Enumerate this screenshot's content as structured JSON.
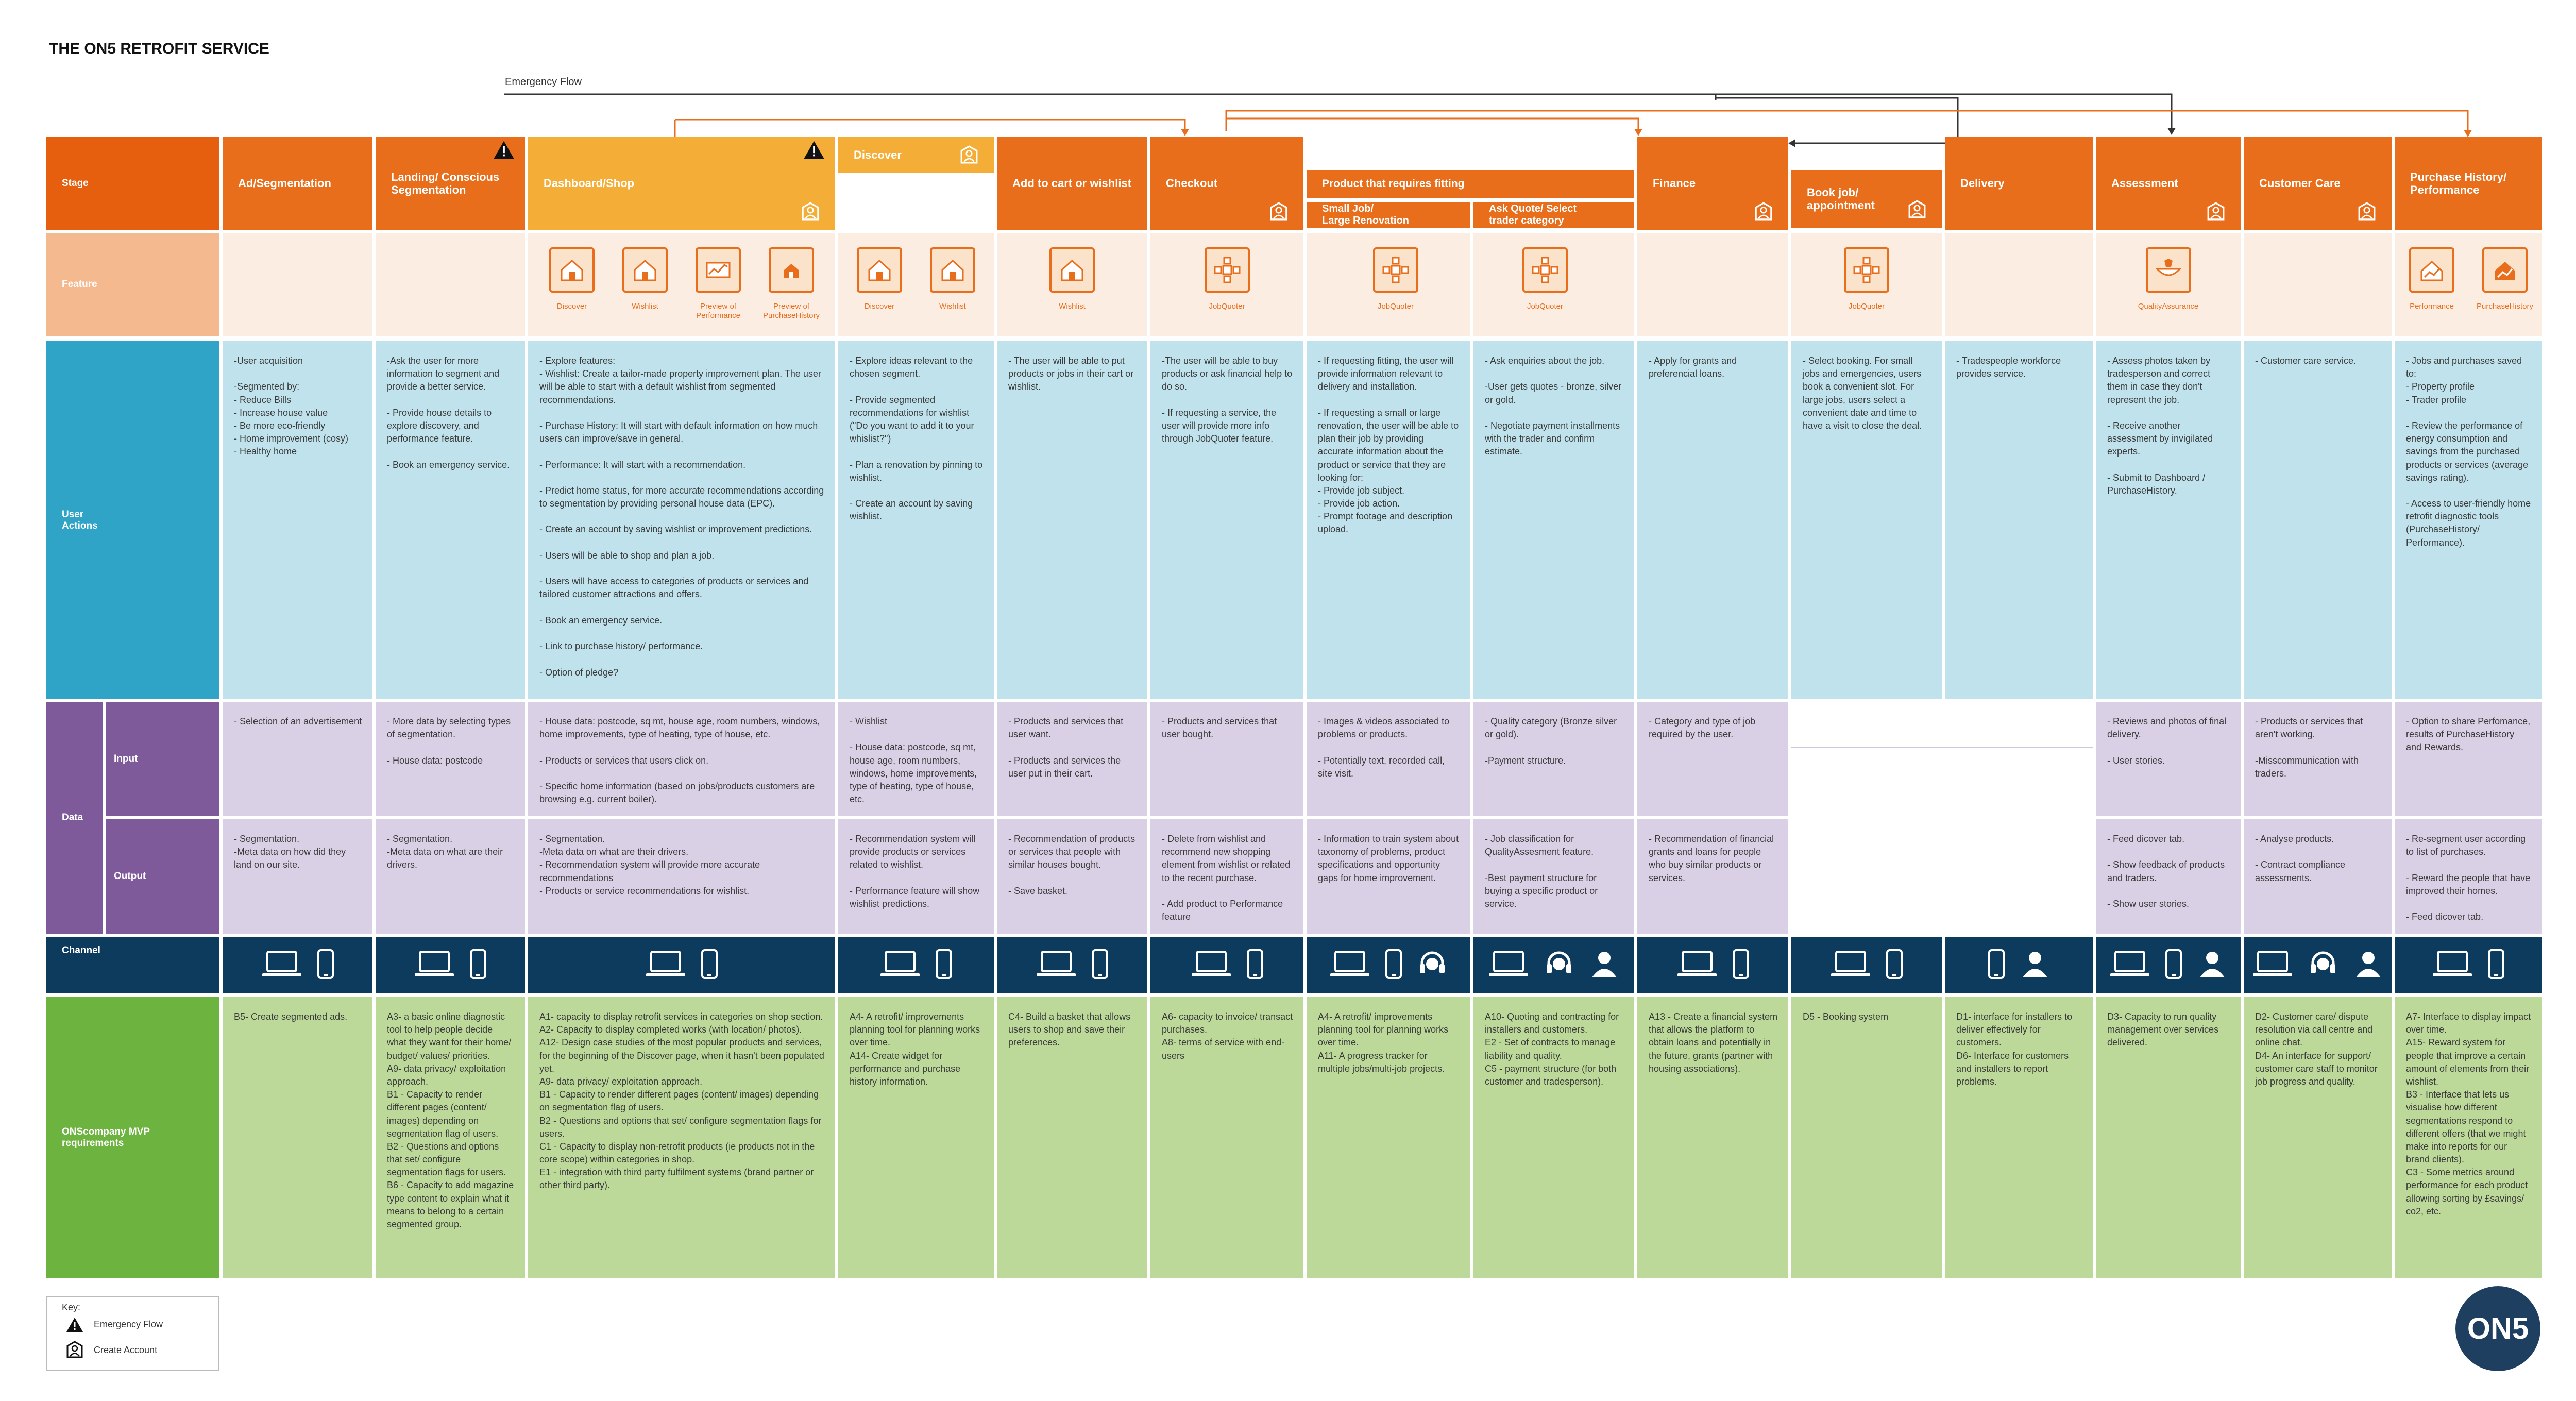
{
  "title": "THE ON5 RETROFIT SERVICE",
  "emergency_flow_label": "Emergency Flow",
  "colors": {
    "stage_orange": "#e86e1c",
    "stage_dark": "#e55f0f",
    "dashboard_yellow": "#f4ae37",
    "feature_bg": "#fcede2",
    "feature_label_bg": "#f5b98f",
    "user_actions_bg": "#bfe2ec",
    "user_actions_label": "#2fa4c7",
    "data_bg": "#d9d0e6",
    "data_label": "#7e5a9b",
    "channel_bg": "#0d3b5e",
    "mvp_bg": "#bcd99a",
    "mvp_label": "#6db33f"
  },
  "lanes": {
    "stage": "Stage",
    "feature": "Feature",
    "user_actions": "User\nActions",
    "data": "Data",
    "input": "Input",
    "output": "Output",
    "channel": "Channel",
    "mvp": "ONScompany MVP\nrequirements"
  },
  "stages": [
    {
      "label": "Ad/Segmentation"
    },
    {
      "label": "Landing/ Conscious\nSegmentation",
      "emergency": true
    },
    {
      "label": "Dashboard/Shop",
      "emergency": true,
      "account": true
    },
    {
      "label": "Discover",
      "account": true
    },
    {
      "label": "Add to cart or wishlist"
    },
    {
      "label": "Checkout",
      "account": true
    },
    {
      "label": "Product that requires fitting",
      "sub1": "Small Job/\nLarge Renovation",
      "sub2": "Ask Quote/ Select\ntrader category"
    },
    {
      "label": "Finance",
      "account": true
    },
    {
      "label": "Book job/\nappointment",
      "account": true
    },
    {
      "label": "Delivery"
    },
    {
      "label": "Assessment",
      "account": true
    },
    {
      "label": "Customer Care",
      "account": true
    },
    {
      "label": "Purchase History/\nPerformance"
    }
  ],
  "features": [
    [],
    [],
    [
      {
        "label": "Discover",
        "icon": "house-icon"
      },
      {
        "label": "Wishlist",
        "icon": "house-icon"
      },
      {
        "label": "Preview of\nPerformance",
        "icon": "chart-icon"
      },
      {
        "label": "Preview of\nPurchaseHistory",
        "icon": "house-small-icon"
      }
    ],
    [
      {
        "label": "Discover",
        "icon": "house-icon"
      },
      {
        "label": "Wishlist",
        "icon": "house-icon"
      }
    ],
    [
      {
        "label": "Wishlist",
        "icon": "house-icon"
      }
    ],
    [
      {
        "label": "JobQuoter",
        "icon": "quoter-icon"
      }
    ],
    [
      {
        "label": "JobQuoter",
        "icon": "quoter-icon"
      },
      {
        "label": "JobQuoter",
        "icon": "quoter-icon"
      }
    ],
    [],
    [
      {
        "label": "JobQuoter",
        "icon": "quoter-icon"
      }
    ],
    [],
    [
      {
        "label": "QualityAssurance",
        "icon": "quality-icon"
      }
    ],
    [],
    [
      {
        "label": "Performance",
        "icon": "performance-icon"
      },
      {
        "label": "PurchaseHistory",
        "icon": "history-icon"
      }
    ]
  ],
  "user_actions": [
    "-User acquisition\n\n-Segmented by:\n  - Reduce Bills\n  - Increase house value\n  - Be more eco-friendly\n  - Home improvement (cosy)\n  - Healthy home",
    "-Ask the user for more information to segment and provide a better service.\n\n- Provide house details to explore discovery, and performance feature.\n\n- Book an emergency service.",
    "- Explore features:\n- Wishlist: Create a tailor-made property improvement plan. The user will be able to start with a default wishlist from segmented recommendations.\n\n- Purchase History: It will start with default information on how much users can improve/save in general.\n\n- Performance: It will start with a recommendation.\n\n- Predict home status, for more accurate recommendations according to segmentation by providing personal house data (EPC).\n\n- Create an account by saving wishlist or improvement predictions.\n\n- Users will be able to shop and plan a job.\n\n- Users will have access to categories of products or services and tailored customer attractions and offers.\n\n- Book an emergency service.\n\n- Link to purchase history/ performance.\n\n- Option of pledge?",
    "- Explore ideas relevant to the chosen segment.\n\n- Provide segmented recommendations for wishlist (\"Do you want to add it to your whislist?\")\n\n- Plan a renovation by pinning to wishlist.\n\n- Create an account by saving wishlist.",
    "- The user will be able to put products or jobs in their cart or wishlist.",
    "-The user will be able to buy products or ask financial help to do so.\n\n- If requesting a service, the user will provide more info through JobQuoter feature.",
    "- If requesting fitting, the user will provide information relevant to delivery and installation.\n\n- If requesting a small or large renovation, the user will be able to plan their job by providing accurate information about the product or service that they are looking for:\n  - Provide job subject.\n  - Provide job action.\n  - Prompt footage and description upload.",
    "- Ask enquiries about the job.\n\n-User gets quotes - bronze, silver or gold.\n\n- Negotiate payment installments with the trader and confirm estimate.",
    "- Apply for grants and preferencial loans.",
    "- Select booking. For small jobs and emergencies, users book a convenient slot. For large jobs, users select a convenient date and time to have a visit to close the deal.",
    "- Tradespeople workforce provides service.",
    "- Assess photos taken by tradesperson and correct them in case they don't represent the job.\n\n- Receive another assessment by invigilated experts.\n\n- Submit to Dashboard / PurchaseHistory.",
    "- Customer care service.",
    "- Jobs and purchases saved to:\n  - Property profile\n  - Trader profile\n\n- Review the performance of energy consumption and savings from the purchased products or services (average savings rating).\n\n- Access to user-friendly home retrofit diagnostic tools (PurchaseHistory/ Performance)."
  ],
  "data_input": [
    "- Selection of an advertisement",
    "- More data by selecting types of segmentation.\n\n- House data: postcode",
    "- House data: postcode, sq mt, house age, room numbers, windows, home improvements, type of heating, type of house, etc.\n\n- Products or services that users click on.\n\n- Specific home information (based on jobs/products customers are browsing e.g. current boiler).",
    "- Wishlist\n\n- House data: postcode, sq mt, house age, room numbers, windows, home improvements, type of heating, type of house, etc.",
    "- Products and services that user want.\n\n- Products and services the user put in their cart.",
    "- Products and services that user bought.",
    "- Images & videos associated to problems or products.\n\n- Potentially text, recorded call, site visit.",
    "- Quality category (Bronze silver or gold).\n\n-Payment structure.",
    "- Category and type of job required by the user.",
    "",
    "",
    "- Reviews and photos of final delivery.\n\n- User stories.",
    "- Products or services that aren't working.\n\n-Misscommunication with traders.",
    "- Option to share Perfomance, results of PurchaseHistory and Rewards."
  ],
  "data_output": [
    "- Segmentation.\n-Meta data on how did they land on our site.",
    "- Segmentation.\n-Meta data on what are their drivers.",
    "- Segmentation.\n-Meta data on what are their drivers.\n- Recommendation system will provide more accurate recommendations\n- Products or service recommendations for wishlist.",
    "- Recommendation system will provide products or services related to wishlist.\n\n- Performance feature will show wishlist predictions.",
    "- Recommendation of products or services that people with similar houses bought.\n\n- Save basket.",
    "- Delete from wishlist and recommend new shopping element from wishlist or related to the recent purchase.\n\n- Add product to Performance feature",
    "- Information to train system about taxonomy of problems, product specifications and opportunity gaps for home improvement.",
    "- Job classification for QualityAssesment feature.\n\n-Best payment structure for buying a specific product or service.",
    "- Recommendation of financial grants and loans for people who buy similar products or services.",
    "",
    "",
    "- Feed dicover tab.\n\n- Show feedback of products and traders.\n\n- Show user stories.",
    "- Analyse products.\n\n- Contract compliance assessments.",
    "- Re-segment user according to list of purchases.\n\n- Reward the people that have improved their homes.\n\n- Feed dicover tab."
  ],
  "channels": [
    [
      "laptop-icon",
      "phone-icon"
    ],
    [
      "laptop-icon",
      "phone-icon"
    ],
    [
      "laptop-icon",
      "phone-icon"
    ],
    [
      "laptop-icon",
      "phone-icon"
    ],
    [
      "laptop-icon",
      "phone-icon"
    ],
    [
      "laptop-icon",
      "phone-icon"
    ],
    [
      "laptop-icon",
      "phone-icon",
      "headset-icon"
    ],
    [
      "laptop-icon",
      "headset-icon",
      "person-icon"
    ],
    [
      "laptop-icon",
      "phone-icon"
    ],
    [
      "laptop-icon",
      "phone-icon"
    ],
    [
      "phone-icon",
      "person-icon"
    ],
    [
      "laptop-icon",
      "phone-icon",
      "person-icon"
    ],
    [
      "laptop-icon",
      "headset-icon",
      "person-icon"
    ],
    [
      "laptop-icon",
      "phone-icon"
    ]
  ],
  "mvp": [
    "B5- Create segmented ads.",
    "A3- a basic online diagnostic tool to help people decide what they want for their home/ budget/ values/ priorities.\nA9- data privacy/ exploitation approach.\nB1 - Capacity to render different pages (content/ images) depending on segmentation flag of users.\nB2 - Questions and options that set/ configure segmentation flags for users.\nB6 - Capacity to add magazine type content to explain what it means to belong to a certain segmented group.",
    "A1- capacity to display retrofit services in categories on shop section.\nA2- Capacity to display completed works (with location/ photos).\nA12- Design case studies of the most popular products and services, for the beginning of the Discover page, when it hasn't been populated yet.\nA9- data privacy/ exploitation approach.\nB1 - Capacity to render different pages (content/ images) depending on segmentation flag of users.\nB2 - Questions and options that set/ configure segmentation flags for users.\nC1 - Capacity to display non-retrofit products (ie products not in the core scope) within categories in shop.\nE1 - integration with third party fulfilment systems (brand partner or other third party).",
    "A4- A retrofit/ improvements planning tool for planning works over time.\nA14- Create widget for performance and purchase history information.",
    "C4- Build a basket that allows users to shop and save their preferences.",
    "A6- capacity to invoice/ transact purchases.\nA8- terms of service with end-users",
    "A4- A retrofit/ improvements planning tool for planning works over time.\nA11- A progress tracker for multiple jobs/multi-job projects.",
    "A10- Quoting and contracting for installers and customers.\nE2 - Set of contracts to manage liability and quality.\nC5 - payment structure (for both customer and tradesperson).",
    "A13 - Create a financial system that allows the platform to obtain loans and potentially in the future, grants (partner with housing associations).",
    "D5 - Booking system",
    "D1- interface for installers to deliver effectively for customers.\nD6- Interface for customers and installers to report problems.",
    "D3- Capacity to run quality management over services delivered.",
    "D2- Customer care/ dispute resolution via call centre and online chat.\nD4- An interface for support/ customer care staff to monitor job progress and quality.",
    "A7- Interface to display impact over time.\nA15- Reward system for people that improve a certain amount of elements from their wishlist.\nB3 - Interface that lets us visualise how different segmentations respond to different offers (that we might make into reports for our brand clients).\nC3 - Some metrics around performance for each product allowing sorting by £savings/ co2, etc."
  ],
  "key": {
    "title": "Key:",
    "emergency": "Emergency Flow",
    "account": "Create Account"
  },
  "logo": "ON5"
}
